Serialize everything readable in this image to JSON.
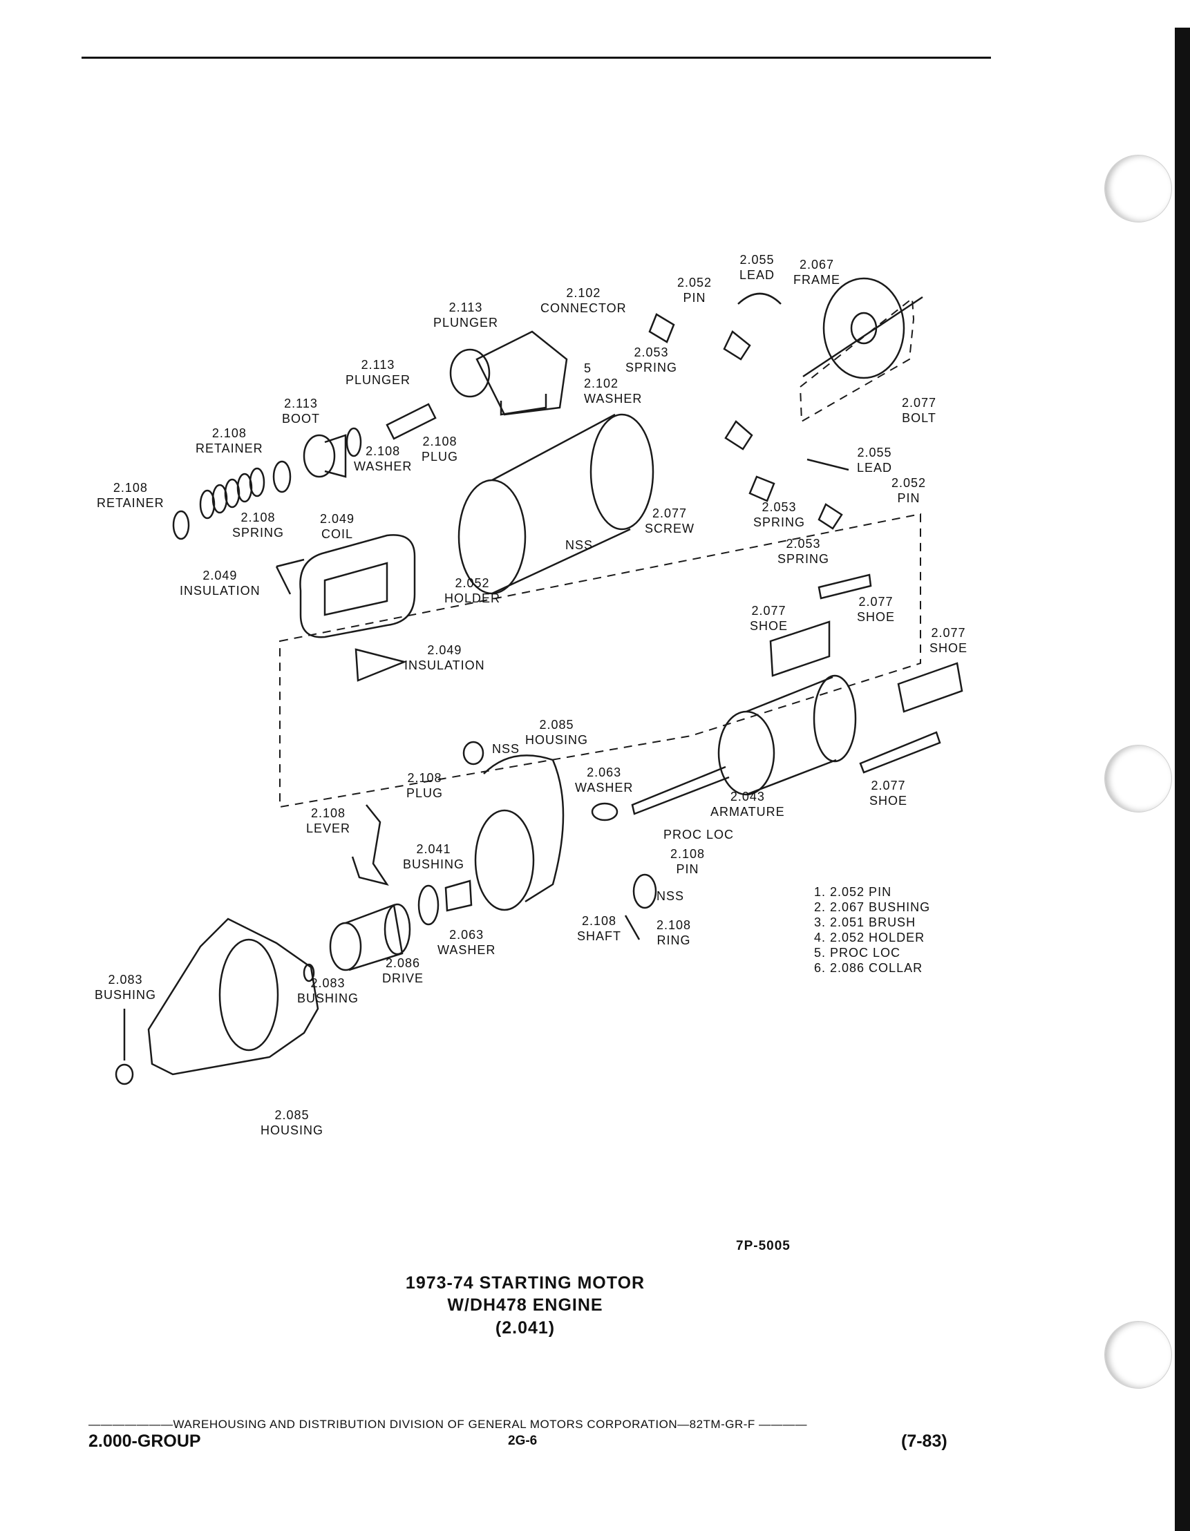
{
  "header": {},
  "labels": {
    "l01": [
      "2.055",
      "LEAD"
    ],
    "l02": [
      "2.067",
      "FRAME"
    ],
    "l03": [
      "2.052",
      "PIN"
    ],
    "l04": [
      "2.102",
      "CONNECTOR"
    ],
    "l05": [
      "2.113",
      "PLUNGER"
    ],
    "l06": [
      "2.053",
      "SPRING"
    ],
    "l07": [
      "5",
      "2.102",
      "WASHER"
    ],
    "l08": [
      "2.113",
      "PLUNGER"
    ],
    "l09": [
      "2.113",
      "BOOT"
    ],
    "l10": [
      "2.108",
      "RETAINER"
    ],
    "l11": [
      "2.108",
      "PLUG"
    ],
    "l12": [
      "2.108",
      "WASHER"
    ],
    "l13": [
      "2.077",
      "BOLT"
    ],
    "l14": [
      "2.055",
      "LEAD"
    ],
    "l15": [
      "2.052",
      "PIN"
    ],
    "l16": [
      "2.108",
      "RETAINER"
    ],
    "l17": [
      "2.108",
      "SPRING"
    ],
    "l18": [
      "2.049",
      "COIL"
    ],
    "l19": [
      "2.077",
      "SCREW"
    ],
    "l20": [
      "2.053",
      "SPRING"
    ],
    "l21": [
      "NSS"
    ],
    "l22": [
      "2.053",
      "SPRING"
    ],
    "l23": [
      "2.049",
      "INSULATION"
    ],
    "l24": [
      "2.052",
      "HOLDER"
    ],
    "l25": [
      "2.077",
      "SHOE"
    ],
    "l26": [
      "2.077",
      "SHOE"
    ],
    "l27": [
      "2.077",
      "SHOE"
    ],
    "l28": [
      "2.049",
      "INSULATION"
    ],
    "l29": [
      "2.085",
      "HOUSING"
    ],
    "l30": [
      "NSS"
    ],
    "l31": [
      "2.063",
      "WASHER"
    ],
    "l32": [
      "2.108",
      "PLUG"
    ],
    "l33": [
      "2.077",
      "SHOE"
    ],
    "l34": [
      "2.043",
      "ARMATURE"
    ],
    "l35": [
      "2.108",
      "LEVER"
    ],
    "l36": [
      "PROC LOC"
    ],
    "l37": [
      "2.041",
      "BUSHING"
    ],
    "l38": [
      "2.108",
      "PIN"
    ],
    "l39": [
      "NSS"
    ],
    "l40": [
      "2.108",
      "SHAFT"
    ],
    "l41": [
      "2.108",
      "RING"
    ],
    "l42": [
      "2.063",
      "WASHER"
    ],
    "l43": [
      "2.086",
      "DRIVE"
    ],
    "l44": [
      "2.083",
      "BUSHING"
    ],
    "l45": [
      "2.083",
      "BUSHING"
    ],
    "l46": [
      "2.085",
      "HOUSING"
    ]
  },
  "legend": [
    "1. 2.052 PIN",
    "2. 2.067 BUSHING",
    "3. 2.051 BRUSH",
    "4. 2.052 HOLDER",
    "5. PROC LOC",
    "6. 2.086 COLLAR"
  ],
  "figure_code": "7P-5005",
  "title": {
    "line1": "1973-74 STARTING MOTOR",
    "line2": "W/DH478 ENGINE",
    "line3": "(2.041)"
  },
  "footer": {
    "division": "———————WAREHOUSING AND DISTRIBUTION DIVISION OF GENERAL MOTORS CORPORATION—82TM-GR-F ————",
    "group": "2.000-GROUP",
    "page": "2G-6",
    "date": "(7-83)"
  }
}
